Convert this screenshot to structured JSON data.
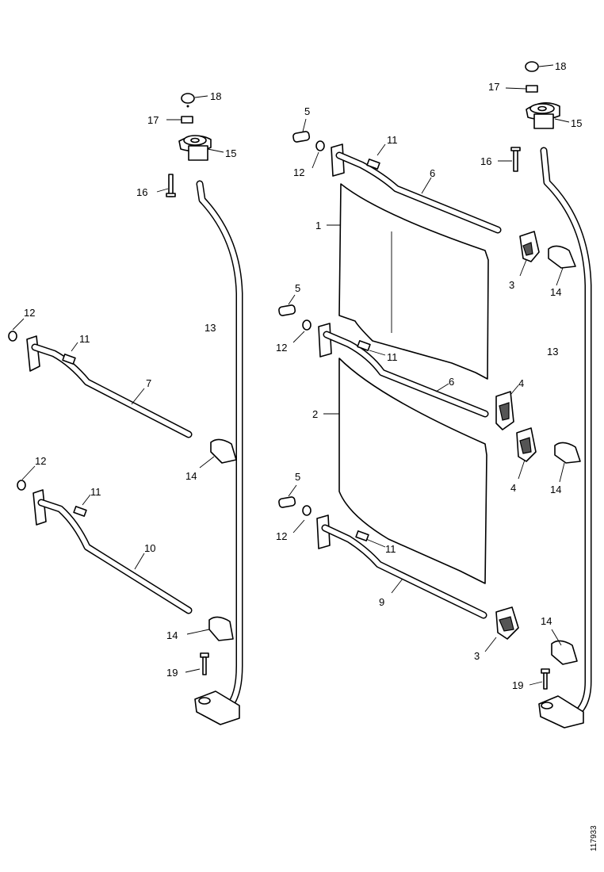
{
  "callouts": {
    "c1": "1",
    "c2": "2",
    "c3a": "3",
    "c3b": "3",
    "c4a": "4",
    "c4b": "4",
    "c5a": "5",
    "c5b": "5",
    "c5c": "5",
    "c6a": "6",
    "c6b": "6",
    "c7": "7",
    "c9": "9",
    "c10": "10",
    "c11a": "11",
    "c11b": "11",
    "c11c": "11",
    "c11d": "11",
    "c11e": "11",
    "c12a": "12",
    "c12b": "12",
    "c12c": "12",
    "c12d": "12",
    "c12e": "12",
    "c13a": "13",
    "c13b": "13",
    "c14a": "14",
    "c14b": "14",
    "c14c": "14",
    "c14d": "14",
    "c14e": "14",
    "c15a": "15",
    "c15b": "15",
    "c16a": "16",
    "c16b": "16",
    "c17a": "17",
    "c17b": "17",
    "c18a": "18",
    "c18b": "18",
    "c19a": "19",
    "c19b": "19"
  },
  "drawing_ref": "117933"
}
